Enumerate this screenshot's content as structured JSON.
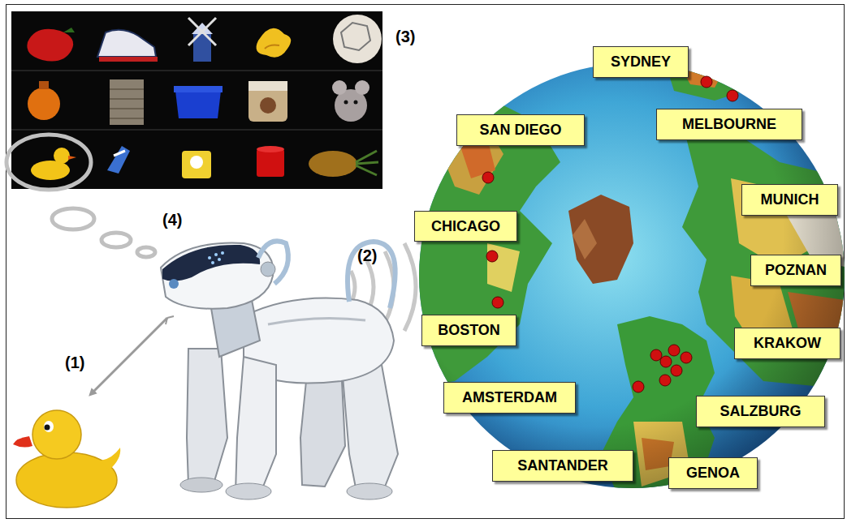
{
  "diagram": {
    "nodes": [
      {
        "text": [
          "SYDNEY"
        ]
      },
      {
        "text": [
          "MELBOURNE"
        ]
      },
      {
        "text": [
          "SAN DIEGO"
        ]
      },
      {
        "text": [
          "MUNICH"
        ]
      },
      {
        "text": [
          "CHICAGO"
        ]
      },
      {
        "text": [
          "POZNAN"
        ]
      },
      {
        "text": [
          "BOSTON"
        ]
      },
      {
        "text": [
          "KRAKOW"
        ]
      },
      {
        "text": [
          "AMSTERDAM"
        ]
      },
      {
        "text": [
          "SALZBURG"
        ]
      },
      {
        "text": [
          "SANTANDER"
        ]
      },
      {
        "text": [
          "GENOA"
        ]
      }
    ],
    "labels": [
      "(3)",
      "(4)",
      "(2)",
      "(1)"
    ]
  }
}
